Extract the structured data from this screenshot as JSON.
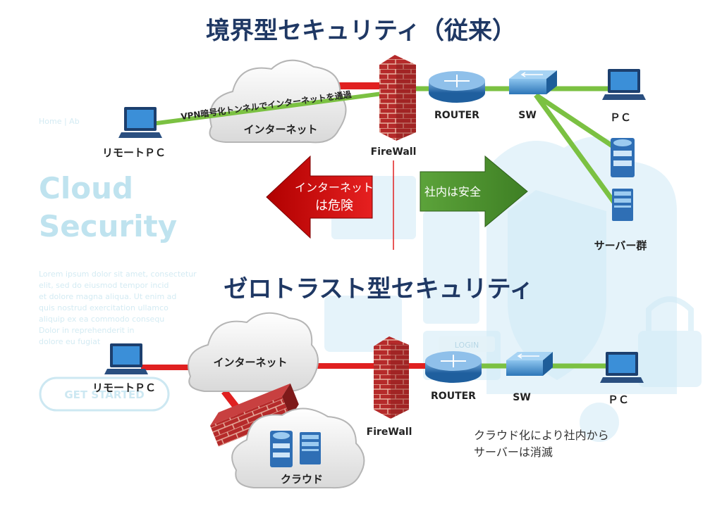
{
  "background": {
    "nav": "Home  |  Ab",
    "headline": [
      "Cloud",
      "Security"
    ],
    "body_lines": [
      "Lorem ipsum dolor sit amet, consectetur",
      "elit, sed do eiusmod tempor incid",
      "et dolore magna aliqua. Ut enim ad",
      "quis nostrud exercitation ullamco",
      "aliquip ex ea commodo consequ",
      "Dolor in reprehenderit in",
      "dolore eu fugiat"
    ],
    "button": "GET STARTED",
    "login_badge": "LOGIN"
  },
  "perimeter": {
    "title": "境界型セキュリティ（従来）",
    "internet": "インターネット",
    "vpn_tunnel": "VPN暗号化トンネルでインターネットを通過",
    "remote_pc": "リモートＰＣ",
    "firewall": "FireWall",
    "router": "ROUTER",
    "switch": "SW",
    "pc": "ＰＣ",
    "servers": "サーバー群",
    "danger_arrow": [
      "インターネット",
      "は危険"
    ],
    "safe_arrow": "社内は安全"
  },
  "zerotrust": {
    "title": "ゼロトラスト型セキュリティ",
    "internet": "インターネット",
    "remote_pc": "リモートＰＣ",
    "firewall": "FireWall",
    "router": "ROUTER",
    "switch": "SW",
    "pc": "ＰＣ",
    "cloud": "クラウド",
    "note": [
      "クラウド化により社内から",
      "サーバーは消滅"
    ]
  },
  "colors": {
    "title": "#1f3864",
    "red_link": "#e02020",
    "green_link": "#7bc142",
    "danger_arrow": "#d40000",
    "safe_arrow": "#4a8f2a",
    "firewall": "#b02020",
    "device_blue": "#2f6fb5"
  }
}
